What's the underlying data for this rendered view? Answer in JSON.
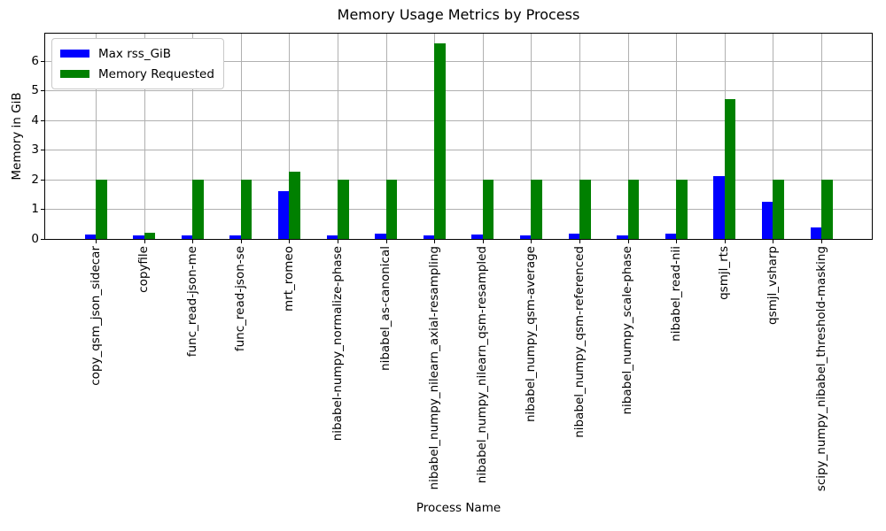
{
  "chart_data": {
    "type": "bar",
    "title": "Memory Usage Metrics by Process",
    "xlabel": "Process Name",
    "ylabel": "Memory in GiB",
    "categories": [
      "copy_qsm_json_sidecar",
      "copyfile",
      "func_read-json-me",
      "func_read-json-se",
      "mrt_romeo",
      "nibabel-numpy_normalize-phase",
      "nibabel_as-canonical",
      "nibabel_numpy_nilearn_axial-resampling",
      "nibabel_numpy_nilearn_qsm-resampled",
      "nibabel_numpy_qsm-average",
      "nibabel_numpy_qsm-referenced",
      "nibabel_numpy_scale-phase",
      "nibabel_read-nii",
      "qsmjl_rts",
      "qsmjl_vsharp",
      "scipy_numpy_nibabel_threshold-masking"
    ],
    "series": [
      {
        "name": "Max rss_GiB",
        "color": "#0000ff",
        "values": [
          0.14,
          0.13,
          0.13,
          0.13,
          1.6,
          0.13,
          0.17,
          0.13,
          0.14,
          0.13,
          0.17,
          0.13,
          0.18,
          2.12,
          1.25,
          0.38
        ]
      },
      {
        "name": "Memory Requested",
        "color": "#008000",
        "values": [
          2.0,
          0.2,
          2.0,
          2.0,
          2.28,
          2.0,
          2.0,
          6.6,
          2.0,
          2.0,
          2.0,
          2.0,
          2.0,
          4.7,
          2.0,
          2.0
        ]
      }
    ],
    "yticks": [
      0,
      1,
      2,
      3,
      4,
      5,
      6
    ],
    "ylim": [
      0,
      6.92
    ],
    "grid": true,
    "grid_color": "#b0b0b0",
    "legend_position": "upper left"
  }
}
